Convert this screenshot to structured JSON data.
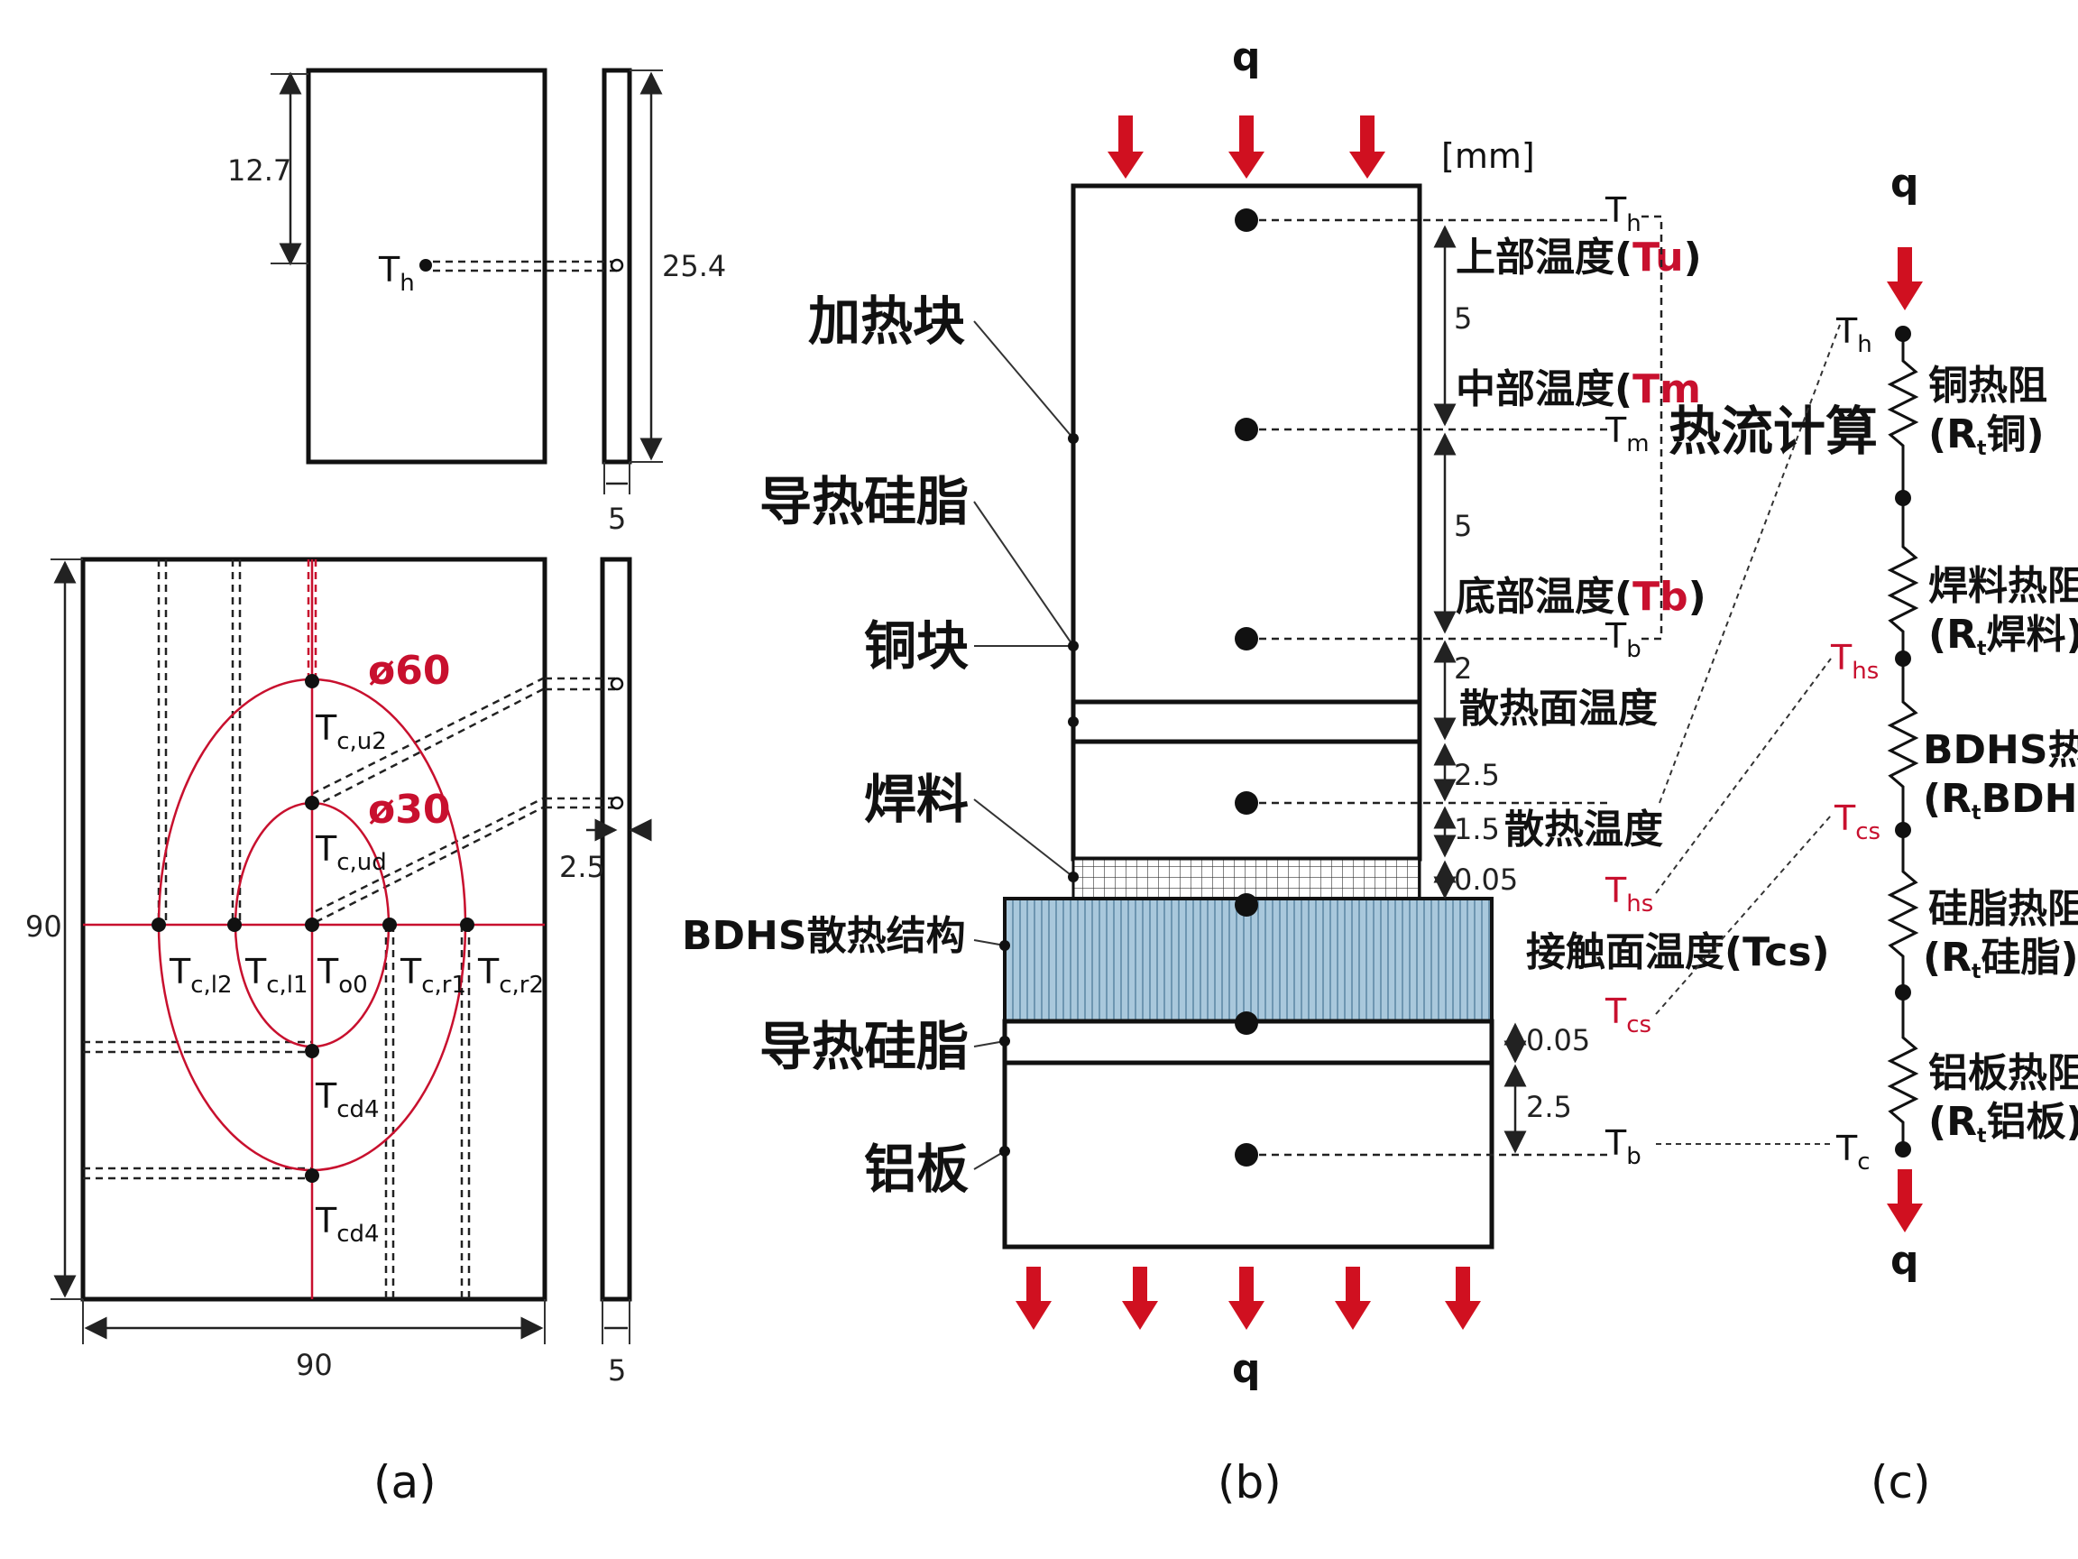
{
  "panel_a": {
    "caption": "(a)",
    "top_dims": {
      "half_height": "12.7",
      "height": "25.4",
      "thickness": "5"
    },
    "top_probe": {
      "T": "T",
      "sub": "h"
    },
    "main_dims": {
      "height": "90",
      "width": "90",
      "thickness": "5",
      "depth": "2.5"
    },
    "circle_labels": {
      "outer": "ø60",
      "inner": "ø30"
    },
    "points": [
      {
        "T": "T",
        "sub": "c,u2"
      },
      {
        "T": "T",
        "sub": "c,ud"
      },
      {
        "T": "T",
        "sub": "c,l2"
      },
      {
        "T": "T",
        "sub": "c,l1"
      },
      {
        "T": "T",
        "sub": "o0"
      },
      {
        "T": "T",
        "sub": "c,r1"
      },
      {
        "T": "T",
        "sub": "c,r2"
      },
      {
        "T": "T",
        "sub": "cd4"
      },
      {
        "T": "T",
        "sub": "cd4"
      }
    ]
  },
  "panel_b": {
    "caption": "(b)",
    "q_top": "q",
    "q_bottom": "q",
    "unit": "[mm]",
    "left_labels": [
      "加热块",
      "导热硅脂",
      "铜块",
      "焊料",
      "BDHS散热结构",
      "导热硅脂",
      "铝板"
    ],
    "dims": [
      "5",
      "5",
      "2",
      "2.5",
      "1.5",
      "0.05",
      "0.05",
      "2.5"
    ],
    "temps": {
      "upper": "上部温度(",
      "upper_sym": "Tu",
      "upper_close": ")",
      "middle": "中部温度(",
      "middle_sym": "Tm",
      "bottom": "底部温度(",
      "bottom_sym": "Tb",
      "bottom_close": ")",
      "heatsurf": "散热面温度",
      "solder": "散热温度",
      "contact": "接触面温度(Tcs)"
    },
    "right_probes": [
      {
        "T": "T",
        "sub": "h"
      },
      {
        "T": "T",
        "sub": "m"
      },
      {
        "T": "T",
        "sub": "b"
      },
      {
        "T": "T",
        "sub": "hs"
      },
      {
        "T": "T",
        "sub": "cs"
      },
      {
        "T": "T",
        "sub": "b"
      }
    ],
    "heat_flow_calc": "热流计算"
  },
  "panel_c": {
    "caption": "(c)",
    "q_top": "q",
    "q_bottom": "q",
    "nodes": [
      {
        "T": "T",
        "sub": "h"
      },
      {
        "T": "T",
        "sub": "hs"
      },
      {
        "T": "T",
        "sub": "cs"
      },
      {
        "T": "T",
        "sub": "c"
      }
    ],
    "resistors": [
      {
        "name": "铜热阻",
        "sym": "(R",
        "sub": "t",
        "tail": "铜)"
      },
      {
        "name": "焊料热阻",
        "sym": "(R",
        "sub": "t",
        "tail": "焊料)"
      },
      {
        "name": "BDHS热阻",
        "sym": "(R",
        "sub": "t",
        "tail": "BDHS)"
      },
      {
        "name": "硅脂热阻",
        "sym": "(R",
        "sub": "t",
        "tail": "硅脂)"
      },
      {
        "name": "铝板热阻",
        "sym": "(R",
        "sub": "t",
        "tail": "铝板)"
      }
    ]
  },
  "colors": {
    "accent_red": "#c8102e",
    "bdhs_fill": "#a9c8dc",
    "arrow_red": "#d01020"
  }
}
